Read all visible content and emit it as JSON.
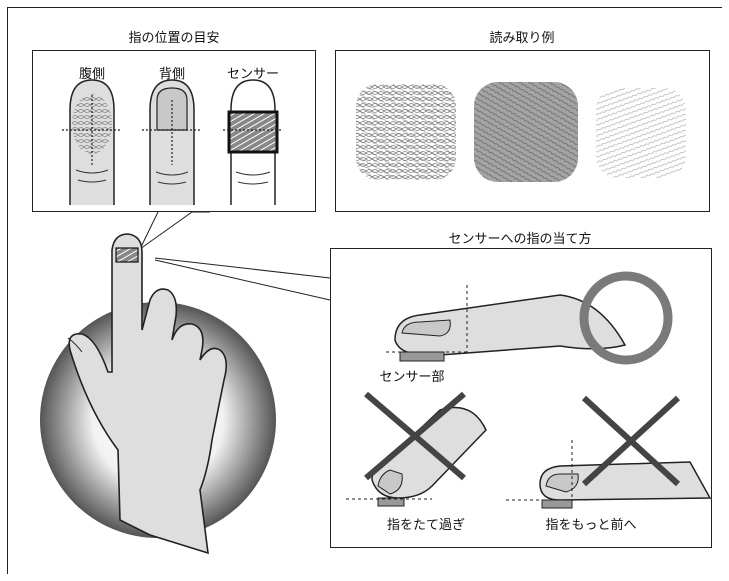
{
  "position_guide": {
    "title": "指の位置の目安",
    "labels": [
      "腹側",
      "背側",
      "センサー"
    ]
  },
  "reading_examples": {
    "title": "読み取り例"
  },
  "placement": {
    "title": "センサーへの指の当て方",
    "sensor_label": "センサー部",
    "wrong_labels": [
      "指をたて過ぎ",
      "指をもっと前へ"
    ]
  },
  "colors": {
    "finger_fill": "#dedede",
    "ok_circle": "#7a7a7a",
    "cross": "#444444",
    "sensor": "#999999"
  }
}
